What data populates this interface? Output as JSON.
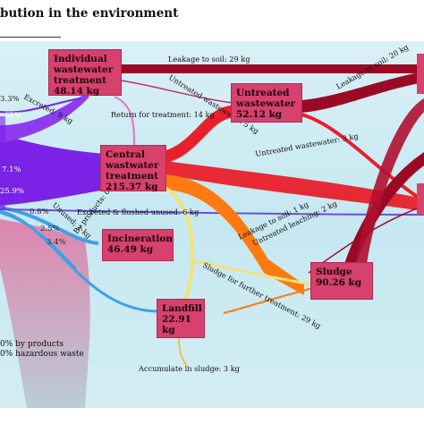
{
  "header": {
    "title": "bution in the environment"
  },
  "nodes": {
    "individual": {
      "line1": "Individual",
      "line2": "wastewater",
      "line3": "treatment",
      "value": "48.14 kg"
    },
    "untreated": {
      "line1": "Untreated",
      "line2": "wastewater",
      "value": "52.12 kg"
    },
    "central": {
      "line1": "Central",
      "line2": "wastwater",
      "line3": "treatment",
      "value": "215.37 kg"
    },
    "incineration": {
      "line1": "Incineration",
      "value": "46.49 kg"
    },
    "landfill": {
      "line1": "Landfill",
      "value": "22.91 kg"
    },
    "sludge": {
      "line1": "Sludge",
      "value": "90.26 kg"
    }
  },
  "edge_labels": {
    "leakage_soil_29": "Leakage to soil: 29 kg",
    "leakage_soil_right": "Leakage to soil: 20 kg",
    "excreted_9": "Excreted: 9 kg",
    "return_14": "Return for treatment: 14 kg",
    "untreated_5": "Untreated wastewater: 5 kg",
    "untreated_3": "Untreated wastewater: 3 kg",
    "excreted_flushed_6": "Excreted & flushed unused: 6 kg",
    "unused_bioproducts": "Unused; 1 kg",
    "by_products": "By products: 0.06 kg",
    "leakage_soil_1": "Leakage to soil: 1 kg",
    "untreated_leaching": "Untreated leaching: 2 kg",
    "sludge_further": "Sludge for further treatment: 29 kg",
    "accumulate": "Accumulate in sludge: 3 kg"
  },
  "percent_labels": {
    "p1": "3.3%",
    "p2": "62%",
    "p3": "7.1%",
    "p4": "25.9%",
    "p5": "0.8%",
    "p6": "2.5%",
    "p7": "3.4%"
  },
  "bottom_notes": {
    "line1": "0% by products",
    "line2": "0% hazardous waste"
  },
  "colors": {
    "background": "#c9e9f2",
    "node_fill": "#d6416e",
    "dark_red": "#9b0a24",
    "red": "#e8202a",
    "orange": "#ff7a10",
    "purple": "#7a22e6",
    "blue": "#3fa0e8",
    "yellow": "#f5e27a",
    "pink_source": "#d989aa"
  }
}
